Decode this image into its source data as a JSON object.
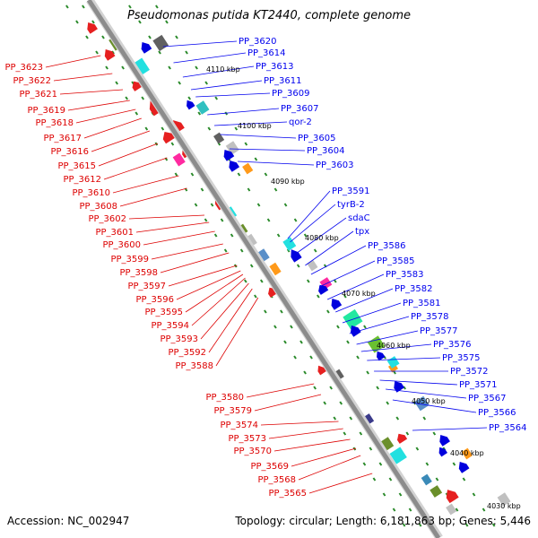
{
  "title": "Pseudomonas putida KT2440, complete genome",
  "footer": {
    "accession": "Accession: NC_002947",
    "topology": "Topology: circular; Length: 6,181,863 bp; Genes: 5,446"
  },
  "colors": {
    "plus_label": "#0000ee",
    "minus_label": "#dd0000",
    "backbone": "#8c8c8c",
    "tick": "#2a8a2a"
  },
  "kbp_ticks": [
    "4110 kbp",
    "4100 kbp",
    "4090 kbp",
    "4080 kbp",
    "4070 kbp",
    "4060 kbp",
    "4050 kbp",
    "4040 kbp",
    "4030 kbp"
  ],
  "left_labels": [
    "PP_3623",
    "PP_3622",
    "PP_3621",
    "PP_3619",
    "PP_3618",
    "PP_3617",
    "PP_3616",
    "PP_3615",
    "PP_3612",
    "PP_3610",
    "PP_3608",
    "PP_3602",
    "PP_3601",
    "PP_3600",
    "PP_3599",
    "PP_3598",
    "PP_3597",
    "PP_3596",
    "PP_3595",
    "PP_3594",
    "PP_3593",
    "PP_3592",
    "PP_3588",
    "PP_3580",
    "PP_3579",
    "PP_3574",
    "PP_3573",
    "PP_3570",
    "PP_3569",
    "PP_3568",
    "PP_3565"
  ],
  "right_labels": [
    "PP_3620",
    "PP_3614",
    "PP_3613",
    "PP_3611",
    "PP_3609",
    "PP_3607",
    "qor-2",
    "PP_3605",
    "PP_3604",
    "PP_3603",
    "PP_3591",
    "tyrB-2",
    "sdaC",
    "tpx",
    "PP_3586",
    "PP_3585",
    "PP_3583",
    "PP_3582",
    "PP_3581",
    "PP_3578",
    "PP_3577",
    "PP_3576",
    "PP_3575",
    "PP_3572",
    "PP_3571",
    "PP_3567",
    "PP_3566",
    "PP_3564"
  ]
}
